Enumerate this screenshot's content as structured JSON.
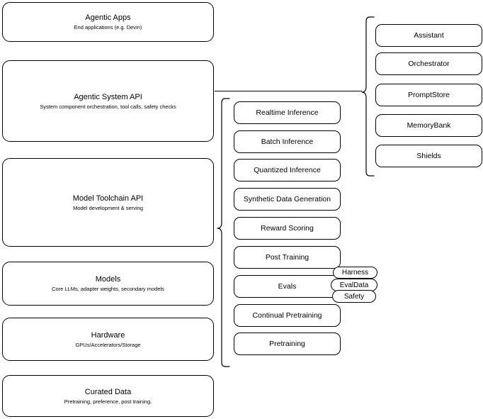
{
  "diagram": {
    "title": "AI Stack Layers Diagram",
    "stroke_color": "#000000",
    "background_color": "#ffffff"
  },
  "layers": [
    {
      "name": "agentic-apps",
      "title": "Agentic Apps",
      "subtitle": "End applications (e.g. Devin)"
    },
    {
      "name": "agentic-system-api",
      "title": "Agentic System API",
      "subtitle": "System component orchestration, tool calls, safety checks"
    },
    {
      "name": "model-toolchain-api",
      "title": "Model Toolchain API",
      "subtitle": "Model development & serving"
    },
    {
      "name": "models",
      "title": "Models",
      "subtitle": "Core LLMs, adapter weights, secondary models"
    },
    {
      "name": "hardware",
      "title": "Hardware",
      "subtitle": "GPUs/Accelerators/Storage"
    },
    {
      "name": "curated-data",
      "title": "Curated Data",
      "subtitle": "Pretraining, preference, post training."
    }
  ],
  "toolchain_components": [
    {
      "name": "realtime-inference",
      "label": "Realtime Inference"
    },
    {
      "name": "batch-inference",
      "label": "Batch Inference"
    },
    {
      "name": "quantized-inference",
      "label": "Quantized Inference"
    },
    {
      "name": "synthetic-data-generation",
      "label": "Synthetic Data Generation"
    },
    {
      "name": "reward-scoring",
      "label": "Reward Scoring"
    },
    {
      "name": "post-training",
      "label": "Post Training"
    },
    {
      "name": "evals",
      "label": "Evals"
    },
    {
      "name": "continual-pretraining",
      "label": "Continual Pretraining"
    },
    {
      "name": "pretraining",
      "label": "Pretraining"
    }
  ],
  "system_components": [
    {
      "name": "assistant",
      "label": "Assistant"
    },
    {
      "name": "orchestrator",
      "label": "Orchestrator"
    },
    {
      "name": "promptstore",
      "label": "PromptStore"
    },
    {
      "name": "memorybank",
      "label": "MemoryBank"
    },
    {
      "name": "shields",
      "label": "Shields"
    }
  ],
  "evals_badges": [
    {
      "name": "harness",
      "label": "Harness"
    },
    {
      "name": "evaldata",
      "label": "EvalData"
    },
    {
      "name": "safety",
      "label": "Safety"
    }
  ]
}
